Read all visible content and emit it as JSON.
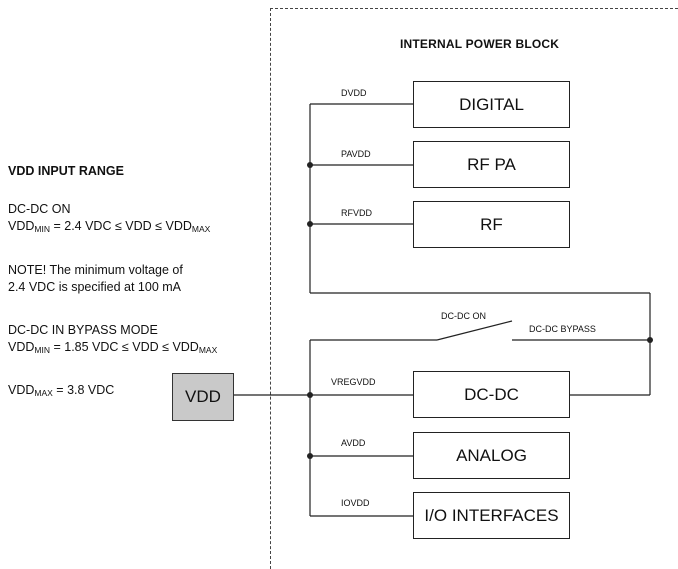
{
  "left_panel": {
    "heading": "VDD INPUT RANGE",
    "dcdc_on_title": "DC-DC ON",
    "dcdc_on_line": {
      "a": "VDD",
      "a_sub": "MIN",
      "b": " = 2.4 VDC ≤ VDD ≤ VDD",
      "b_sub": "MAX"
    },
    "note_line1": "NOTE! The minimum voltage of",
    "note_line2": "2.4 VDC is specified at 100 mA",
    "bypass_title": "DC-DC IN BYPASS MODE",
    "bypass_line": {
      "a": "VDD",
      "a_sub": "MIN",
      "b": " = 1.85 VDC ≤ VDD ≤ VDD",
      "b_sub": "MAX"
    },
    "vddmax_line": {
      "a": "VDD",
      "a_sub": "MAX",
      "b": " = 3.8 VDC"
    }
  },
  "vdd_box": "VDD",
  "power_block": {
    "title": "INTERNAL POWER BLOCK",
    "blocks": [
      {
        "label": "DIGITAL",
        "rail": "DVDD"
      },
      {
        "label": "RF PA",
        "rail": "PAVDD"
      },
      {
        "label": "RF",
        "rail": "RFVDD"
      },
      {
        "label": "DC-DC",
        "rail": "VREGVDD"
      },
      {
        "label": "ANALOG",
        "rail": "AVDD"
      },
      {
        "label": "I/O INTERFACES",
        "rail": "IOVDD"
      }
    ],
    "switch_on_label": "DC-DC ON",
    "switch_bypass_label": "DC-DC BYPASS"
  }
}
